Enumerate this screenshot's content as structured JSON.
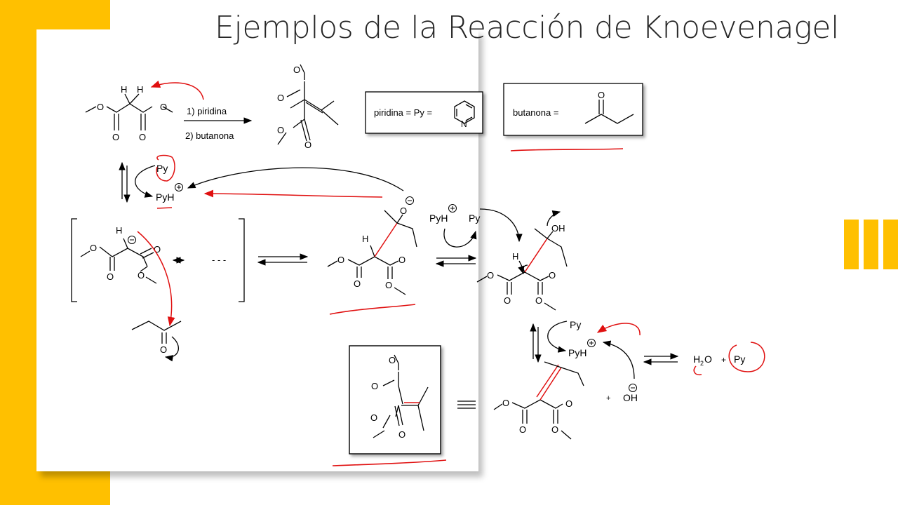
{
  "slide": {
    "title": "Ejemplos de la Reacción de Knoevenagel",
    "accent_color": "#FFC000",
    "annotation_color": "#E01010"
  },
  "diagram": {
    "conditions": {
      "step1": "1) piridina",
      "step2": "2) butanona"
    },
    "legend": {
      "piridina_def": "piridina = Py =",
      "pyridine_N": "N",
      "butanona_def": "butanona ="
    },
    "atoms": {
      "O": "O",
      "H": "H",
      "OH": "OH",
      "Py": "Py",
      "PyH": "PyH",
      "plus": "+",
      "H2O_H": "H",
      "H2O_sub": "2",
      "H2O_O": "O",
      "dots": "- - -"
    }
  }
}
